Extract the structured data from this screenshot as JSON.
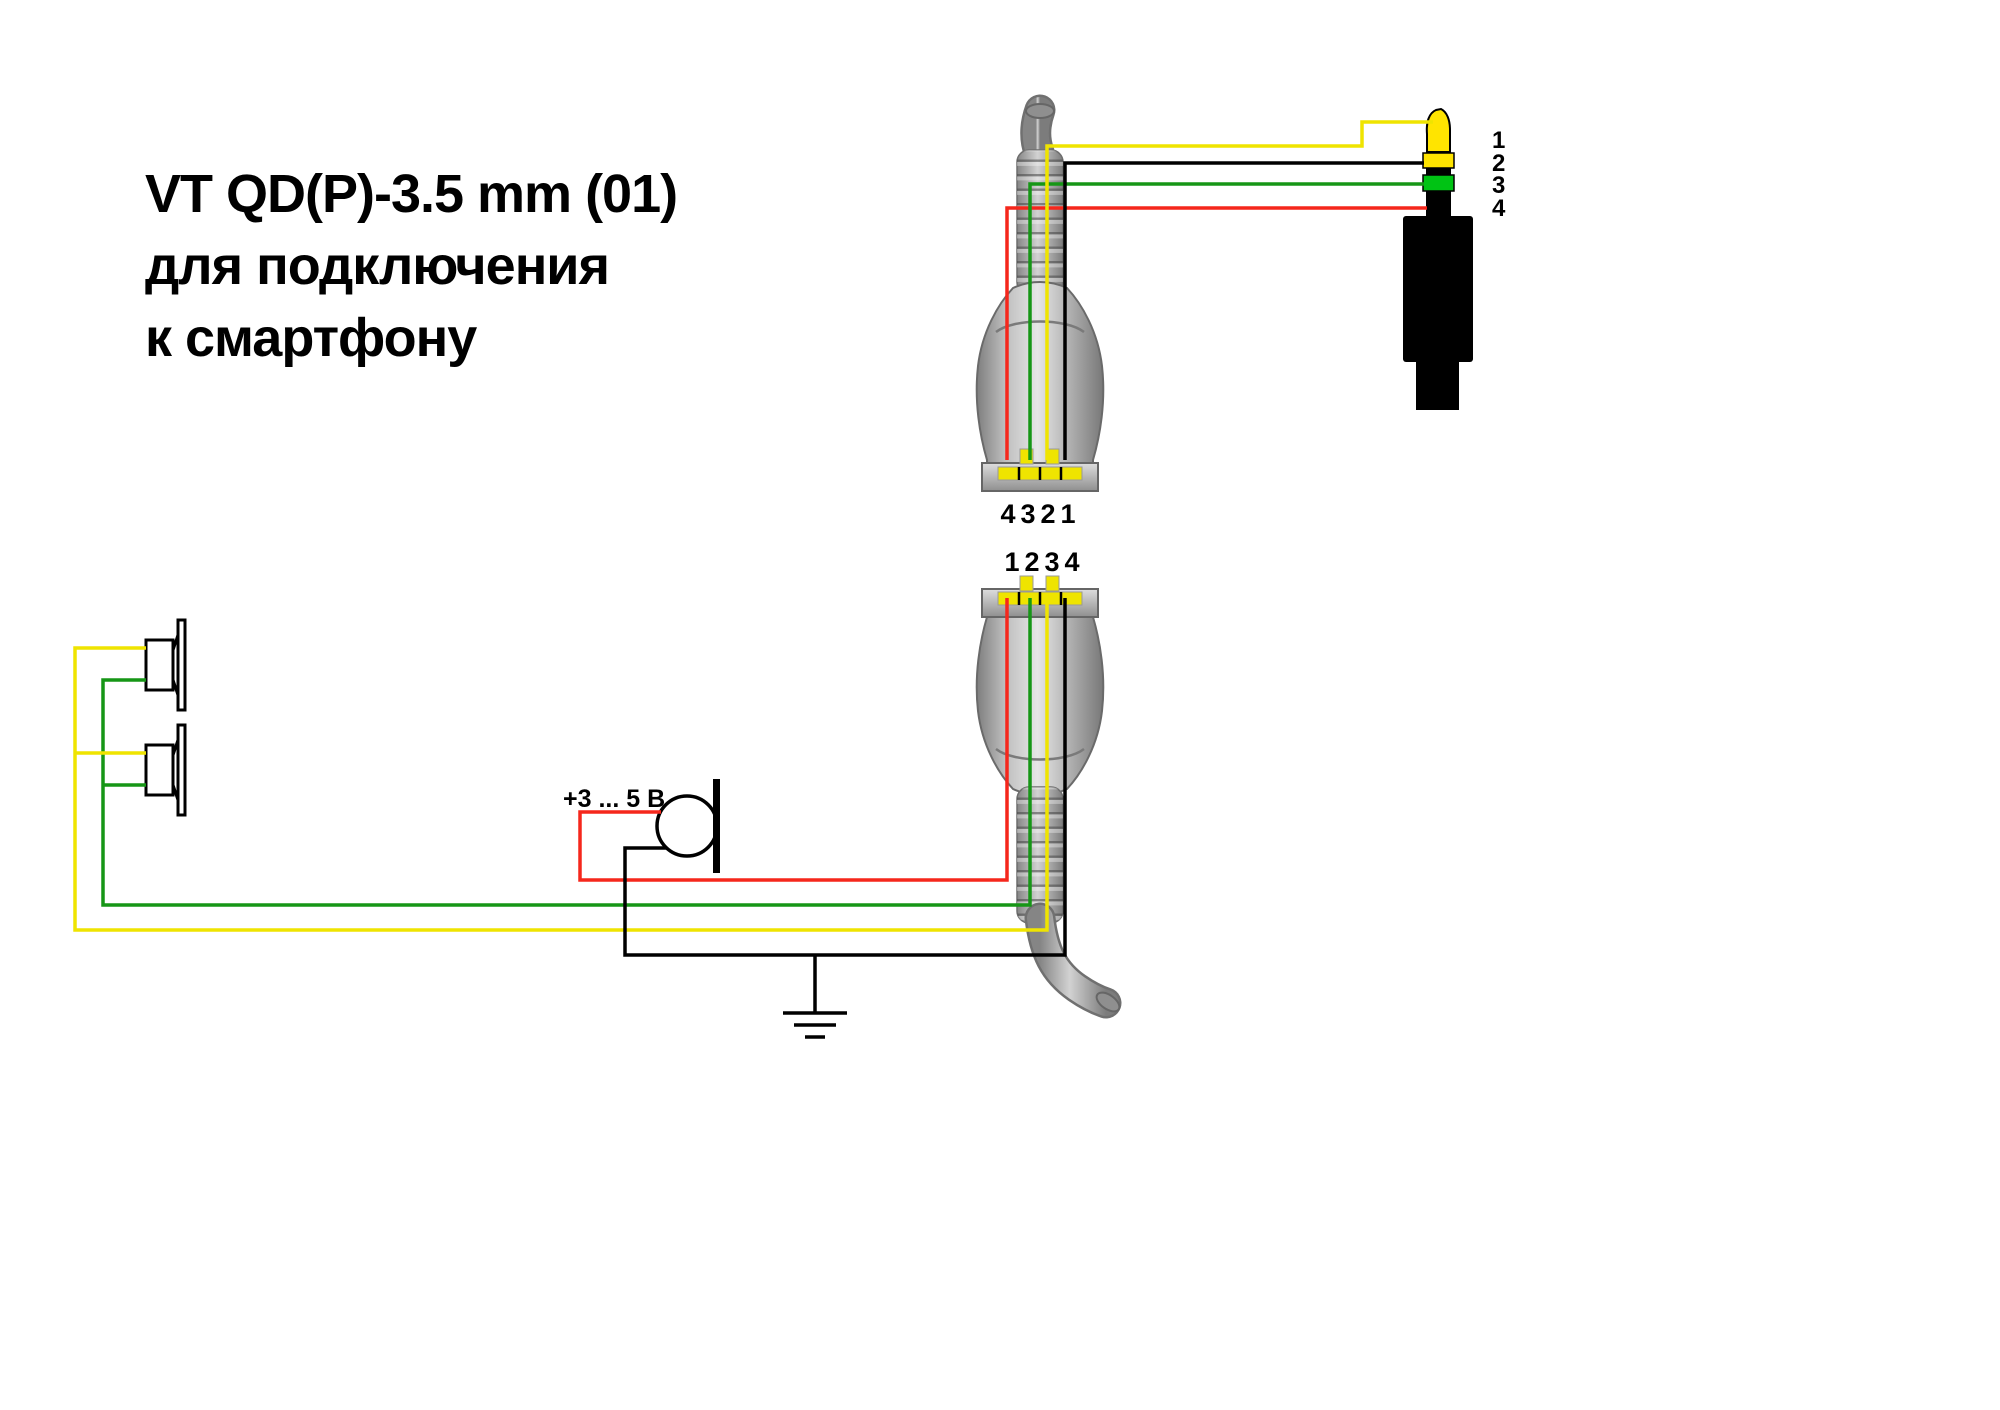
{
  "title": {
    "line1": "VT QD(P)-3.5 mm (01)",
    "line2": "для подключения",
    "line3": "к смартфону"
  },
  "mic": {
    "voltage_label": "+3 ... 5 В"
  },
  "qd_top": {
    "pin_labels": [
      "4",
      "3",
      "2",
      "1"
    ]
  },
  "qd_bottom": {
    "pin_labels": [
      "1",
      "2",
      "3",
      "4"
    ]
  },
  "plug": {
    "contact_labels": [
      "1",
      "2",
      "3",
      "4"
    ]
  },
  "colors": {
    "yellow": "#efe400",
    "green": "#169616",
    "red": "#f5271c",
    "black": "#000000",
    "plug_yellow": "#ffe400",
    "plug_green": "#00c314",
    "connector_light": "#e6e6e6",
    "connector_mid": "#adadad",
    "connector_dark": "#787878"
  }
}
